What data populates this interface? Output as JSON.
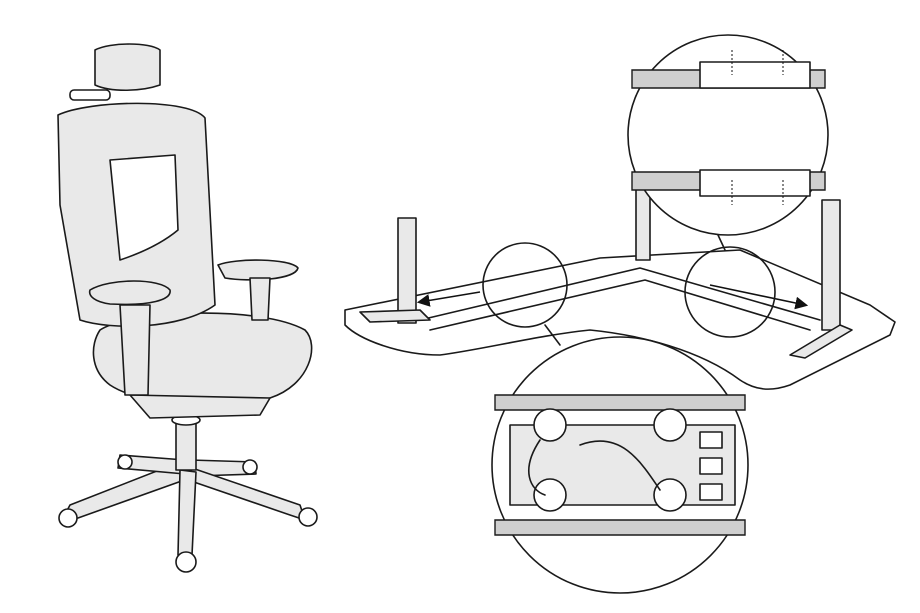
{
  "illustration": {
    "colors": {
      "line": "#1a1a1a",
      "shade": "#e9e9e9",
      "background": "#ffffff"
    },
    "parts": [
      "office-chair",
      "corner-desk-frame",
      "detail-magnifier-top",
      "detail-magnifier-left",
      "detail-magnifier-right",
      "detail-magnifier-bottom"
    ]
  }
}
